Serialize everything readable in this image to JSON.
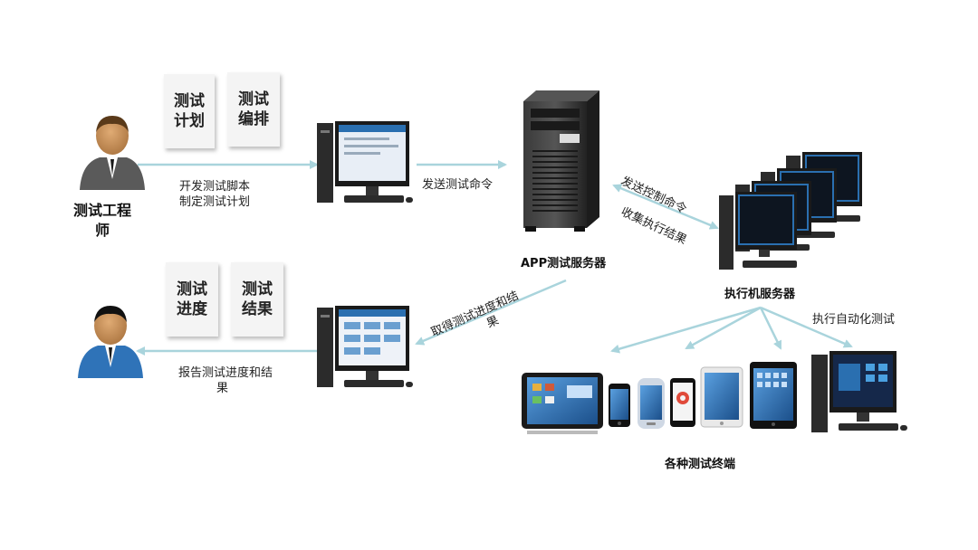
{
  "roles": {
    "engineer": "测试工程师"
  },
  "papers": {
    "plan": [
      "测试",
      "计划"
    ],
    "schedule": [
      "测试",
      "编排"
    ],
    "progress": [
      "测试",
      "进度"
    ],
    "result": [
      "测试",
      "结果"
    ]
  },
  "labels": {
    "dev_script": "开发测试脚本",
    "make_plan": "制定测试计划",
    "send_cmd": "发送测试命令",
    "app_server": "APP测试服务器",
    "send_ctrl": "发送控制命令",
    "collect": "收集执行结果",
    "exec_server": "执行机服务器",
    "get_progress_1": "取得测试进度和结",
    "get_progress_2": "果",
    "report_1": "报告测试进度和结",
    "report_2": "果",
    "auto_test": "执行自动化测试",
    "terminals": "各种测试终端"
  },
  "colors": {
    "arrow": "#a9d4dc",
    "monitor": "#1a1a1a",
    "screen": "#2a6fb0",
    "tower": "#2b2b2b",
    "engineer_suit": "#5a5a5a",
    "manager_suit": "#2f73b8",
    "skin": "#c9925b"
  },
  "icons": [
    "person-engineer-icon",
    "person-manager-icon",
    "desktop-pc-icon",
    "server-tower-icon",
    "tablet-icon",
    "phone-icon"
  ]
}
